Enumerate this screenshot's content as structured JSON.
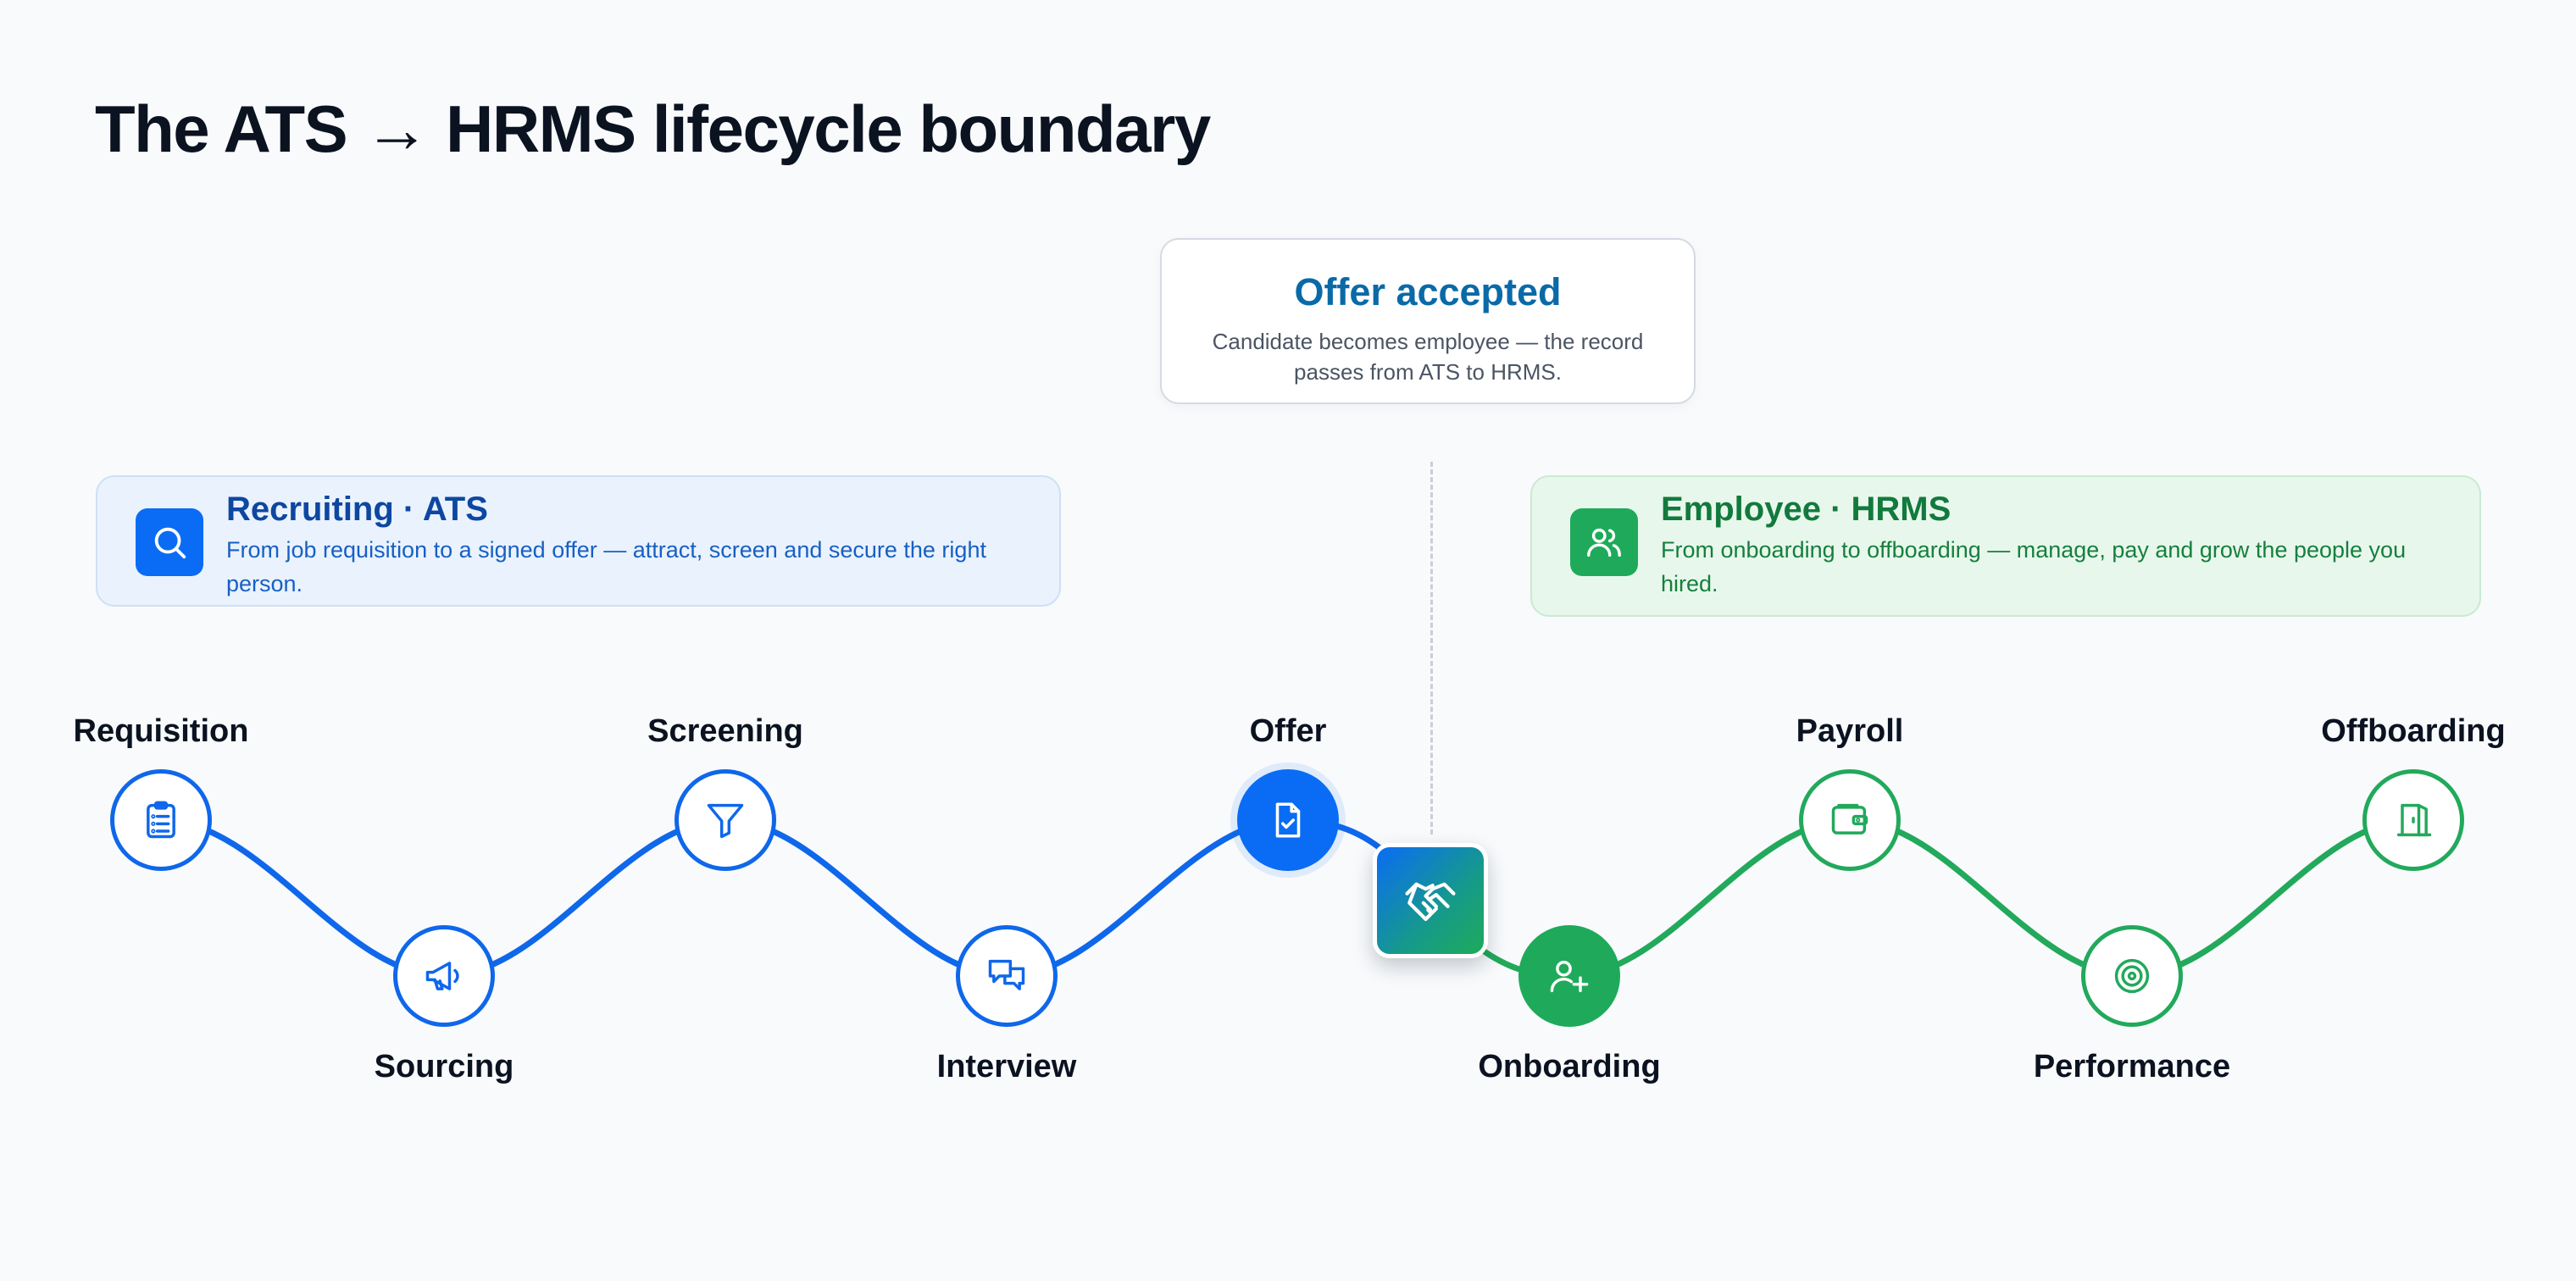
{
  "title": "The ATS → HRMS lifecycle boundary",
  "boundary": {
    "title": "Offer accepted",
    "description": "Candidate becomes employee — the record passes from ATS to HRMS."
  },
  "phases": {
    "ats": {
      "title": "Recruiting · ATS",
      "description": "From job requisition to a signed offer — attract, screen and secure the right person.",
      "icon": "search-icon"
    },
    "hrms": {
      "title": "Employee · HRMS",
      "description": "From onboarding to offboarding — manage, pay and grow the people you hired.",
      "icon": "users-icon"
    }
  },
  "stages": [
    {
      "label": "Requisition",
      "phase": "ats",
      "icon": "clipboard-icon"
    },
    {
      "label": "Sourcing",
      "phase": "ats",
      "icon": "megaphone-icon"
    },
    {
      "label": "Screening",
      "phase": "ats",
      "icon": "filter-icon"
    },
    {
      "label": "Interview",
      "phase": "ats",
      "icon": "chat-bubbles-icon"
    },
    {
      "label": "Offer",
      "phase": "ats",
      "icon": "document-check-icon"
    },
    {
      "label": "Onboarding",
      "phase": "hrms",
      "icon": "user-plus-icon"
    },
    {
      "label": "Payroll",
      "phase": "hrms",
      "icon": "wallet-icon"
    },
    {
      "label": "Performance",
      "phase": "hrms",
      "icon": "target-icon"
    },
    {
      "label": "Offboarding",
      "phase": "hrms",
      "icon": "door-exit-icon"
    }
  ],
  "handoff_icon": "handshake-icon",
  "colors": {
    "ats_blue": "#0f67ea",
    "hrms_green": "#22a95b",
    "ats_panel": "#eaf2fd",
    "hrms_panel": "#e8f7ec"
  }
}
